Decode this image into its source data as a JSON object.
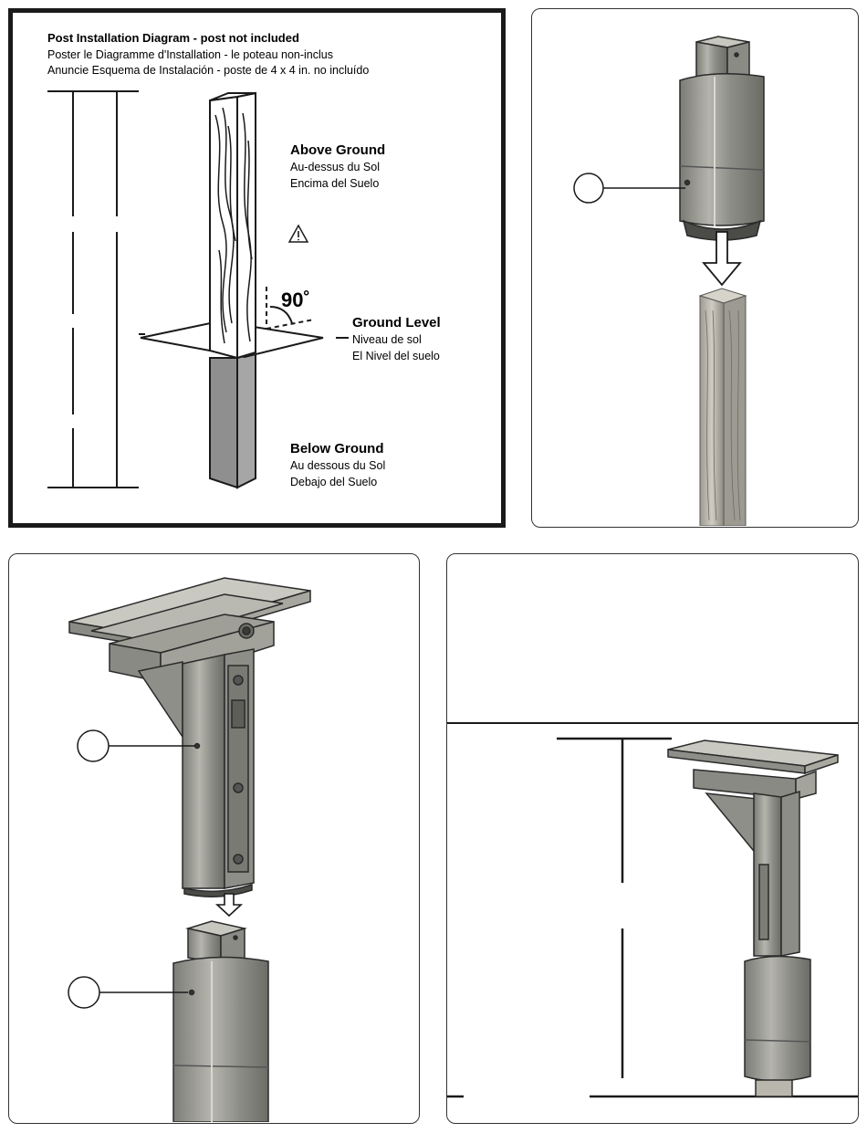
{
  "diagram": {
    "header": {
      "title": "Post Installation Diagram - post not included",
      "line_fr": "Poster le Diagramme d'Installation - le poteau non-inclus",
      "line_es": "Anuncie Esquema de Instalación - poste de 4 x 4 in. no incluído"
    },
    "angle": "90˚",
    "above": {
      "en": "Above Ground",
      "fr": "Au-dessus du Sol",
      "es": "Encima del Suelo"
    },
    "ground": {
      "en": "Ground Level",
      "fr": "Niveau de sol",
      "es": "El Nivel del suelo"
    },
    "below": {
      "en": "Below Ground",
      "fr": "Au dessous du Sol",
      "es": "Debajo del Suelo"
    },
    "colors": {
      "frame": "#1a1a1a",
      "metal": "#9a9a94",
      "metal_dark": "#6f6f6a",
      "wood": "#b9b6ad",
      "below_post": "#8f8f8f"
    }
  }
}
